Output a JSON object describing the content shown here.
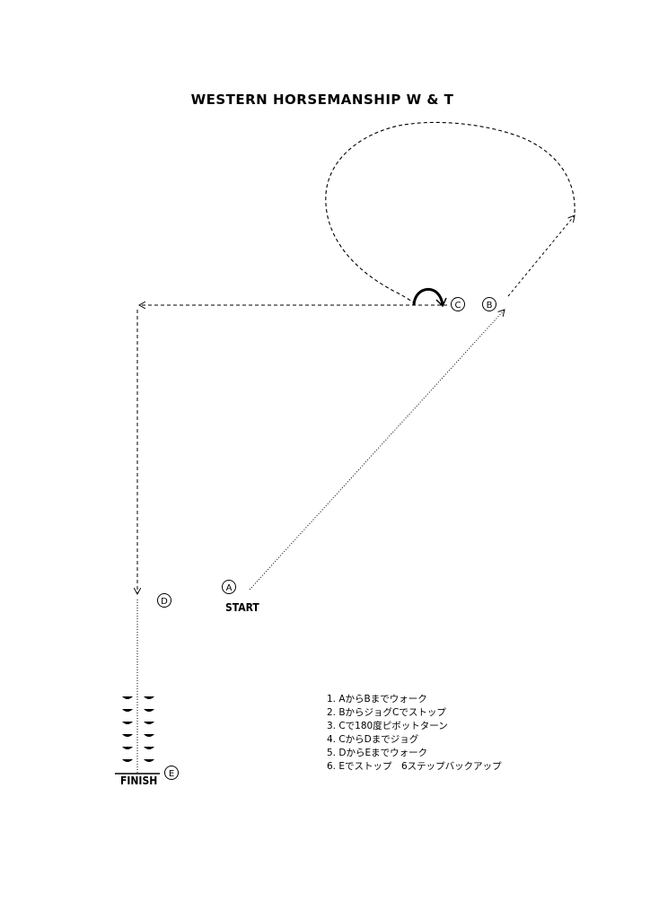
{
  "title": "WESTERN  HORSEMANSHIP  W & T",
  "markers": {
    "a": "A",
    "b": "B",
    "c": "C",
    "d": "D",
    "e": "E"
  },
  "labels": {
    "start": "START",
    "finish": "FINISH"
  },
  "steps": [
    "1.  AからBまでウォーク",
    "2.  BからジョグCでストップ",
    "3.  Cで180度ピボットターン",
    "4.  CからDまでジョグ",
    "5.  DからEまでウォーク",
    "6.  Eでストップ　6ステップバックアップ"
  ]
}
